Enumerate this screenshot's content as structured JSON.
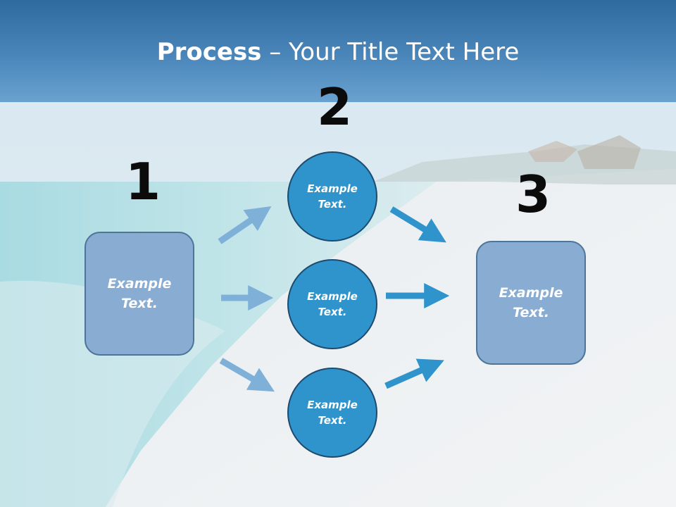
{
  "slide": {
    "title_bold": "Process",
    "title_rest": " – Your Title Text Here"
  },
  "numbers": {
    "n1": "1",
    "n2": "2",
    "n3": "3"
  },
  "nodes": {
    "left_box": "Example\nText.",
    "circle_top": "Example\nText.",
    "circle_middle": "Example\nText.",
    "circle_bottom": "Example\nText.",
    "right_box": "Example\nText."
  },
  "colors": {
    "title_band": "#3a78ae",
    "box_fill": "#88acd2",
    "circle_fill": "#2f93cc",
    "arrow_light": "#7fb0d8",
    "arrow_dark": "#2f93cc"
  },
  "icons": {
    "background": "beach-photo"
  }
}
